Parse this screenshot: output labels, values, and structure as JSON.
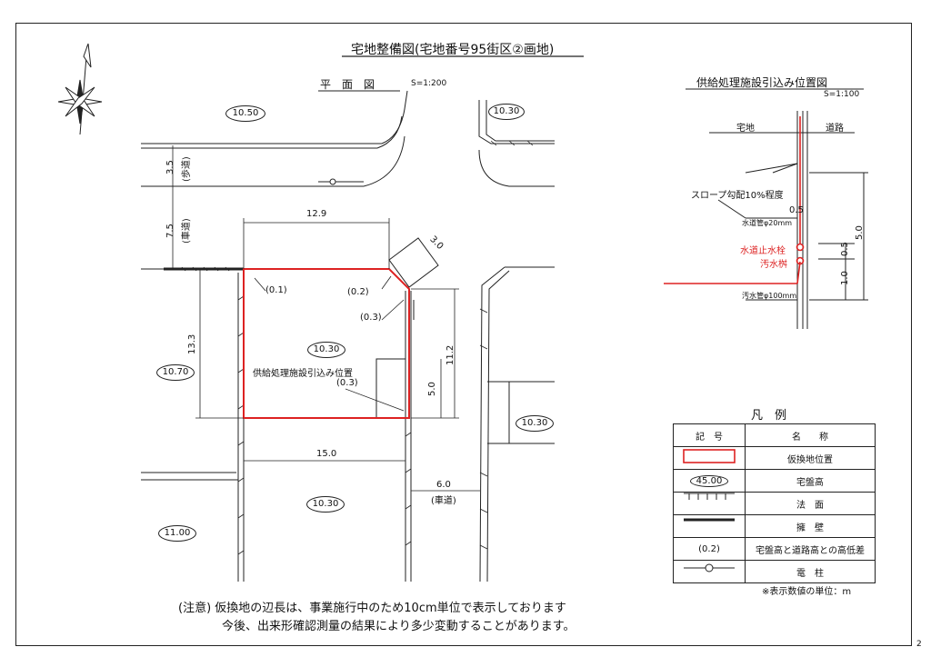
{
  "title": "宅地整備図(宅地番号95街区②画地)",
  "plan": {
    "label": "平　面　図",
    "scale": "S=1:200",
    "elevations": [
      "10.50",
      "10.30",
      "10.70",
      "10.30",
      "10.30",
      "10.30",
      "11.00"
    ],
    "dims": {
      "sidewalk": "3.5",
      "sidewalk_label": "(歩道)",
      "roadway": "7.5",
      "roadway_label": "(車道)",
      "top": "12.9",
      "diag": "3.0",
      "left": "13.3",
      "right": "11.2",
      "small_v": "5.0",
      "bottom": "15.0",
      "road_right": "6.0",
      "road_right_label": "(車道)"
    },
    "height_diffs": [
      "(0.1)",
      "(0.2)",
      "(0.3)",
      "(0.3)"
    ],
    "supply_label": "供給処理施設引込み位置"
  },
  "detail": {
    "title": "供給処理施設引込み位置図",
    "scale": "S=1:100",
    "lot_label": "宅地",
    "road_label": "道路",
    "slope_label": "スロープ勾配10%程度",
    "water_pipe": "水道管φ20mm",
    "dim_05": "0.5",
    "dim_50": "5.0",
    "dim_05b": "0.5",
    "dim_10": "1.0",
    "water_stop": "水道止水栓",
    "sewer": "汚水桝",
    "sewer_pipe": "汚水管φ100mm"
  },
  "legend": {
    "title": "凡　例",
    "header_symbol": "記　号",
    "header_name": "名　　称",
    "rows": [
      {
        "symbol": "",
        "name": "仮換地位置"
      },
      {
        "symbol": "45.00",
        "name": "宅盤高"
      },
      {
        "symbol": "",
        "name": "法　面"
      },
      {
        "symbol": "",
        "name": "擁　壁"
      },
      {
        "symbol": "(0.2)",
        "name": "宅盤高と道路高との高低差"
      },
      {
        "symbol": "",
        "name": "電　柱"
      }
    ],
    "unit_note": "※表示数値の単位：m"
  },
  "notes": {
    "line1": "(注意) 仮換地の辺長は、事業施行中のため10cm単位で表示しております",
    "line2": "今後、出来形確認測量の結果により多少変動することがあります。"
  },
  "page_number": "2",
  "colors": {
    "lot_outline": "#dd2222",
    "line": "#222222"
  }
}
